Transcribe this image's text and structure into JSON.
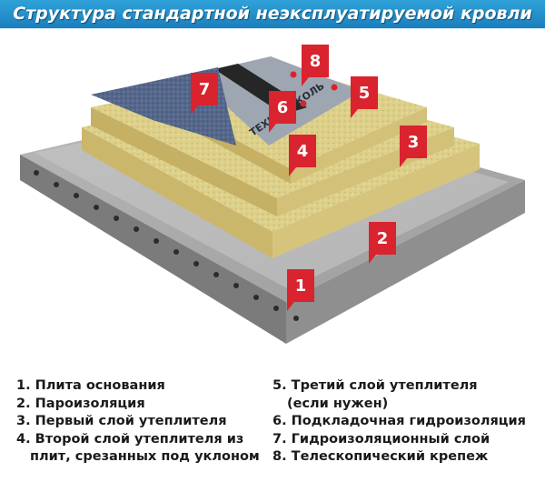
{
  "title": "Структура стандартной неэксплуатируемой кровли",
  "brand_text": "ТЕХНОНИКОЛЬ",
  "callouts": [
    "1",
    "2",
    "3",
    "4",
    "5",
    "6",
    "7",
    "8"
  ],
  "legend_left": [
    {
      "num": "1.",
      "text": "Плита основания"
    },
    {
      "num": "2.",
      "text": "Пароизоляция"
    },
    {
      "num": "3.",
      "text": "Первый слой утеплителя"
    },
    {
      "num": "4.",
      "text": "Второй слой утеплителя из",
      "cont": "плит, срезанных под уклоном"
    }
  ],
  "legend_right": [
    {
      "num": "5.",
      "text": "Третий слой утеплителя",
      "cont": "(если нужен)"
    },
    {
      "num": "6.",
      "text": "Подкладочная гидроизоляция"
    },
    {
      "num": "7.",
      "text": "Гидроизоляционный слой"
    },
    {
      "num": "8.",
      "text": "Телескопический крепеж"
    }
  ],
  "colors": {
    "title_bar": "#1f88c8",
    "callout": "#d9232e",
    "concrete": "#9b9b9b",
    "insulation": "#e3d58e",
    "membrane": "#4d5f80"
  }
}
